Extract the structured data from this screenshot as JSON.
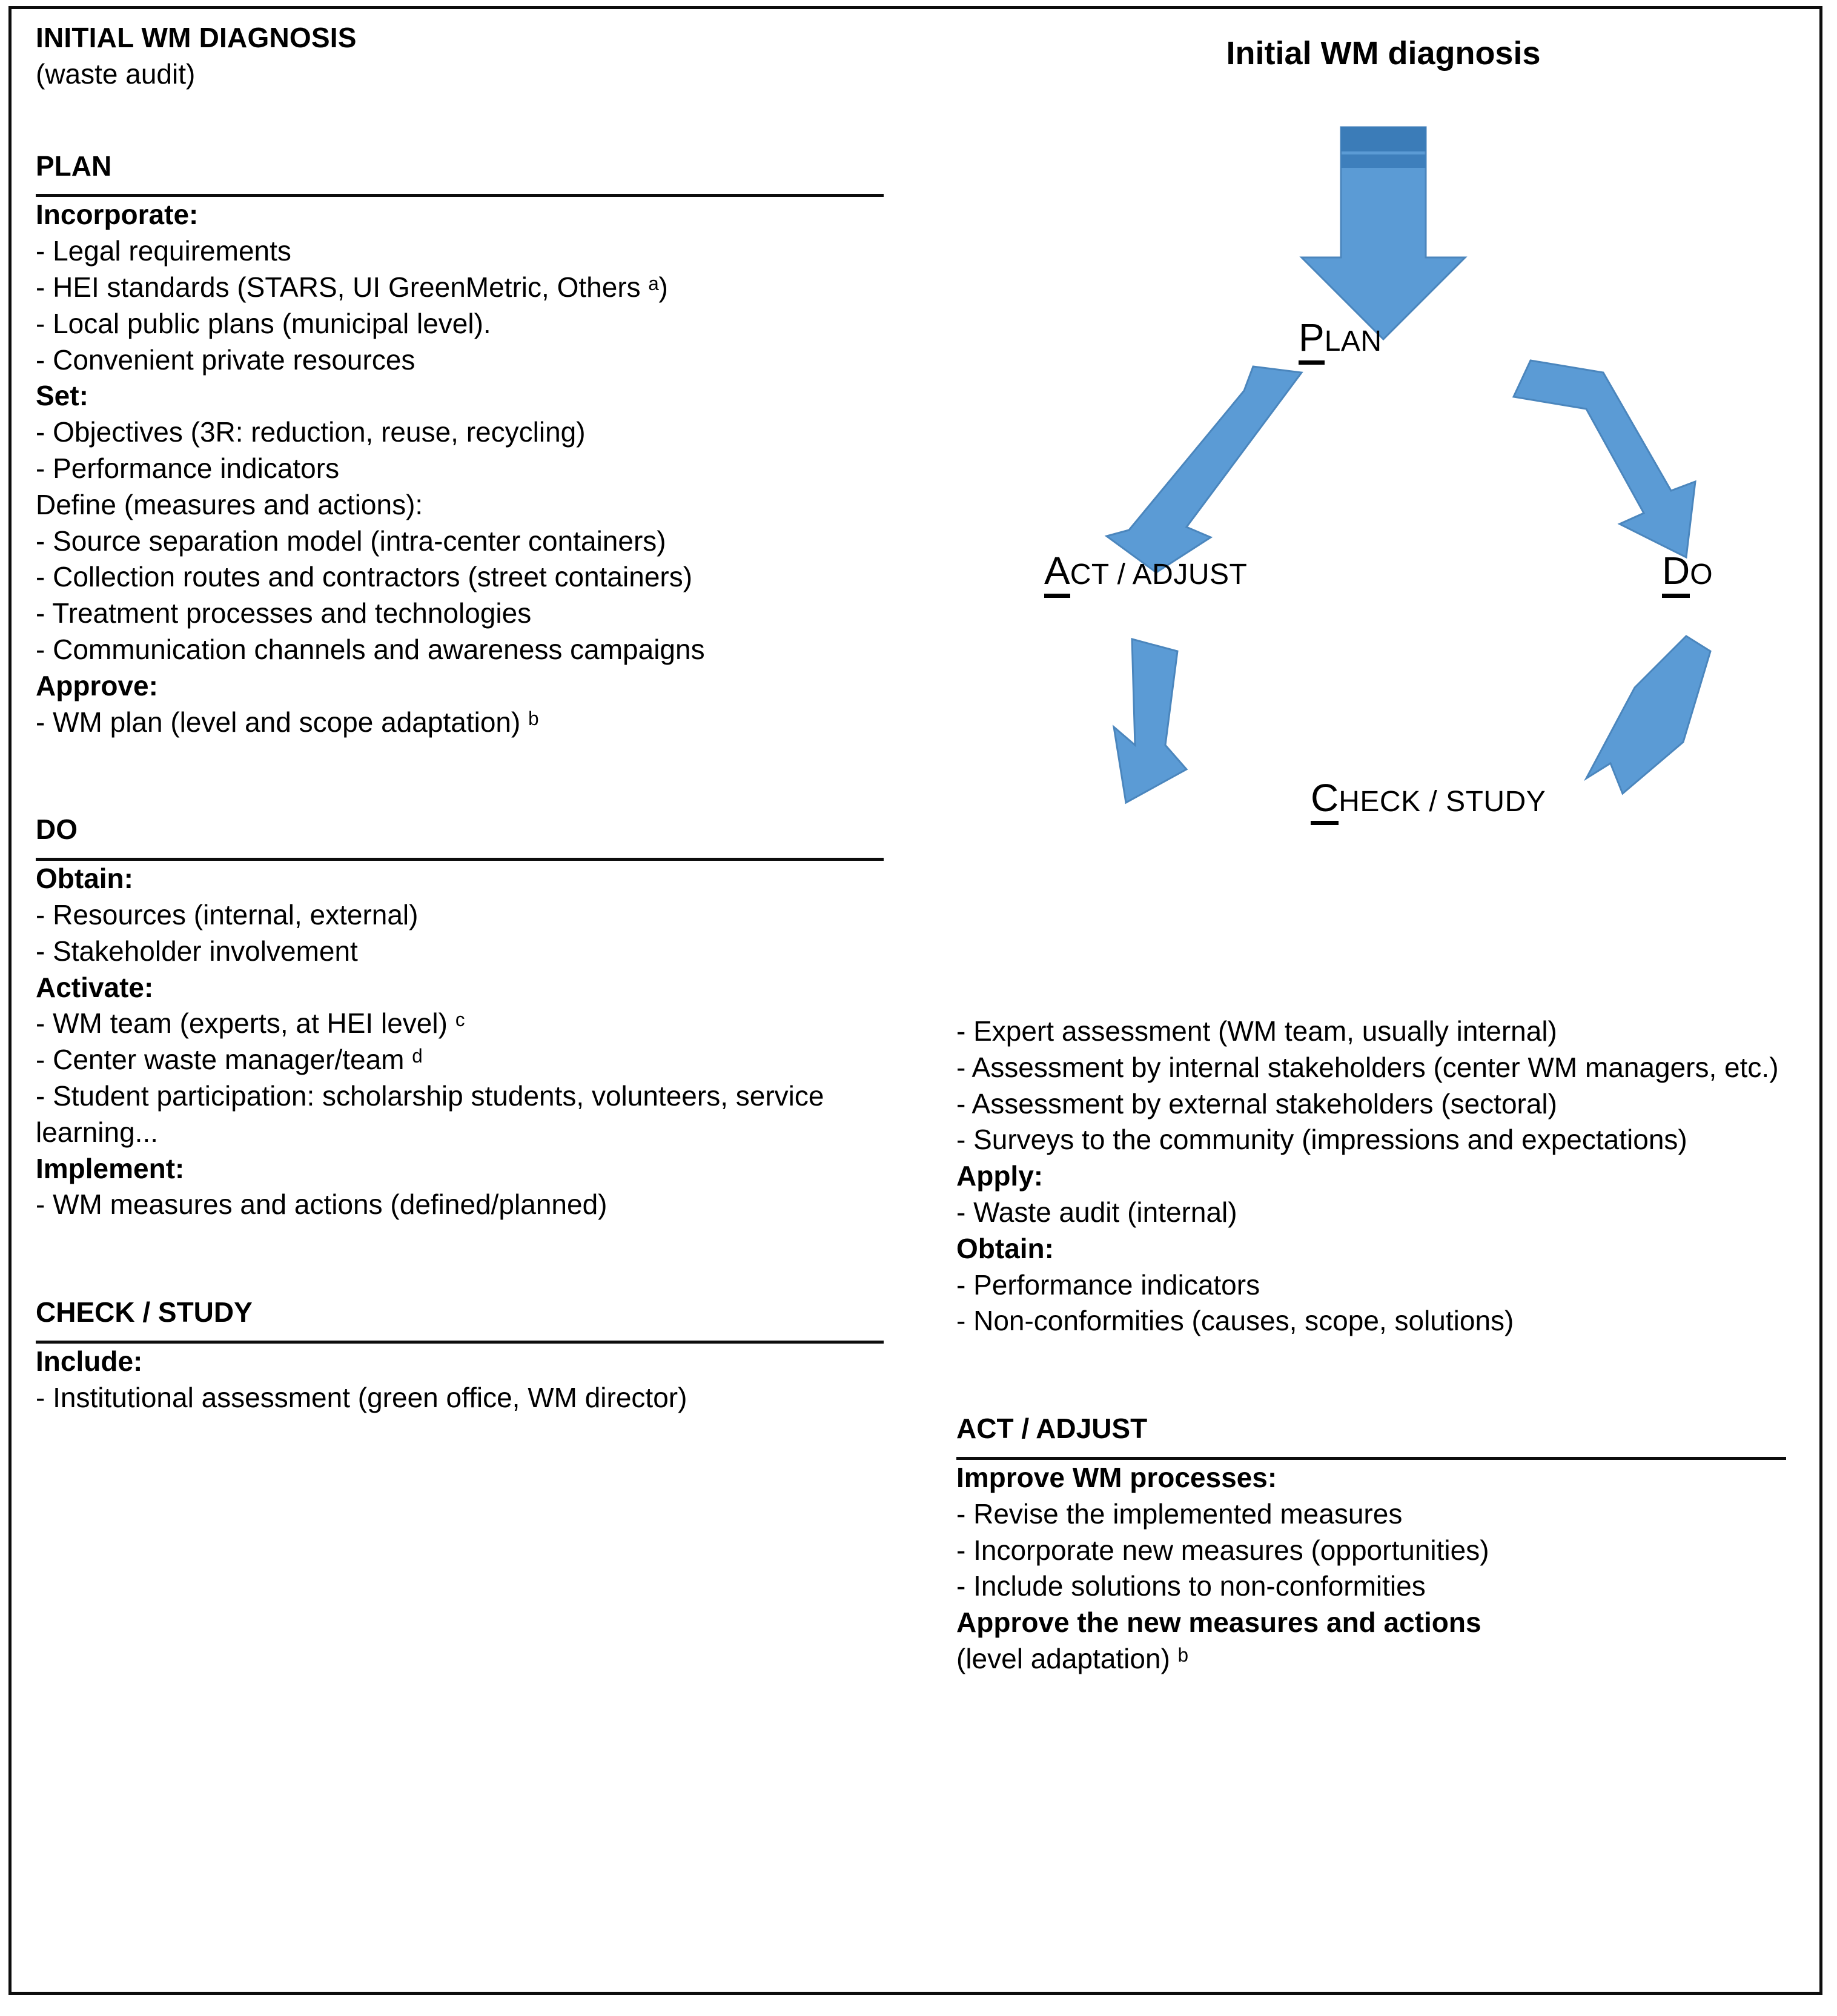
{
  "figure": {
    "accent_color": "#5B9BD5",
    "accent_dark": "#3B7CB8",
    "border_color": "#0D0D0D"
  },
  "cycle": {
    "title": "Initial WM diagnosis",
    "nodes": [
      {
        "id": "plan",
        "cap": "P",
        "rest": "LAN"
      },
      {
        "id": "do",
        "cap": "D",
        "rest": "O"
      },
      {
        "id": "check",
        "cap": "C",
        "rest": "HECK / STUDY"
      },
      {
        "id": "act",
        "cap": "A",
        "rest": "CT / ADJUST"
      }
    ],
    "entry_arrow": "down-arrow-icon"
  },
  "left": {
    "header": {
      "title": "INITIAL WM DIAGNOSIS",
      "subtitle": "(waste audit)"
    },
    "plan": {
      "heading": "PLAN",
      "groups": [
        {
          "label": "Incorporate:",
          "items": [
            "- Legal requirements",
            "- HEI standards (STARS, UI GreenMetric, Others ᵃ)",
            "- Local public plans (municipal level).",
            "- Convenient private resources"
          ]
        },
        {
          "label": "Set:",
          "items": [
            "- Objectives (3R: reduction, reuse, recycling)",
            "- Performance indicators"
          ]
        },
        {
          "label": "Define",
          "label_suffix": " (measures and actions):",
          "items": [
            "- Source separation model (intra-center containers)",
            "- Collection routes and contractors (street containers)",
            "- Treatment processes and technologies",
            "- Communication channels and awareness campaigns"
          ]
        },
        {
          "label": "Approve:",
          "items": [
            "- WM plan (level and scope adaptation) ᵇ"
          ]
        }
      ]
    },
    "do": {
      "heading": "DO",
      "groups": [
        {
          "label": "Obtain:",
          "items": [
            "- Resources (internal, external)",
            "- Stakeholder involvement"
          ]
        },
        {
          "label": "Activate:",
          "items": [
            "- WM team (experts, at HEI level) ᶜ",
            "- Center waste manager/team ᵈ",
            "- Student participation: scholarship students, volunteers, service learning..."
          ]
        },
        {
          "label": "Implement:",
          "items": [
            "- WM measures and actions (defined/planned)"
          ]
        }
      ]
    },
    "check": {
      "heading": "CHECK / STUDY",
      "groups": [
        {
          "label": "Include:",
          "items": [
            "- Institutional assessment (green office, WM director)"
          ]
        }
      ]
    }
  },
  "right": {
    "check_continued": {
      "items": [
        "- Expert assessment (WM team, usually internal)",
        "- Assessment by internal stakeholders (center WM managers, etc.)",
        "- Assessment by external stakeholders (sectoral)",
        "- Surveys to the community (impressions and expectations)"
      ],
      "groups": [
        {
          "label": "Apply:",
          "items": [
            "- Waste audit (internal)"
          ]
        },
        {
          "label": "Obtain:",
          "items": [
            "- Performance indicators",
            "- Non-conformities (causes, scope, solutions)"
          ]
        }
      ]
    },
    "act": {
      "heading": "ACT / ADJUST",
      "groups": [
        {
          "label": "Improve WM processes:",
          "items": [
            "- Revise the implemented measures",
            "- Incorporate new measures (opportunities)",
            "- Include solutions to non-conformities"
          ]
        }
      ],
      "approve_bold": "Approve the new measures and actions",
      "approve_rest": "(level adaptation) ᵇ"
    }
  }
}
